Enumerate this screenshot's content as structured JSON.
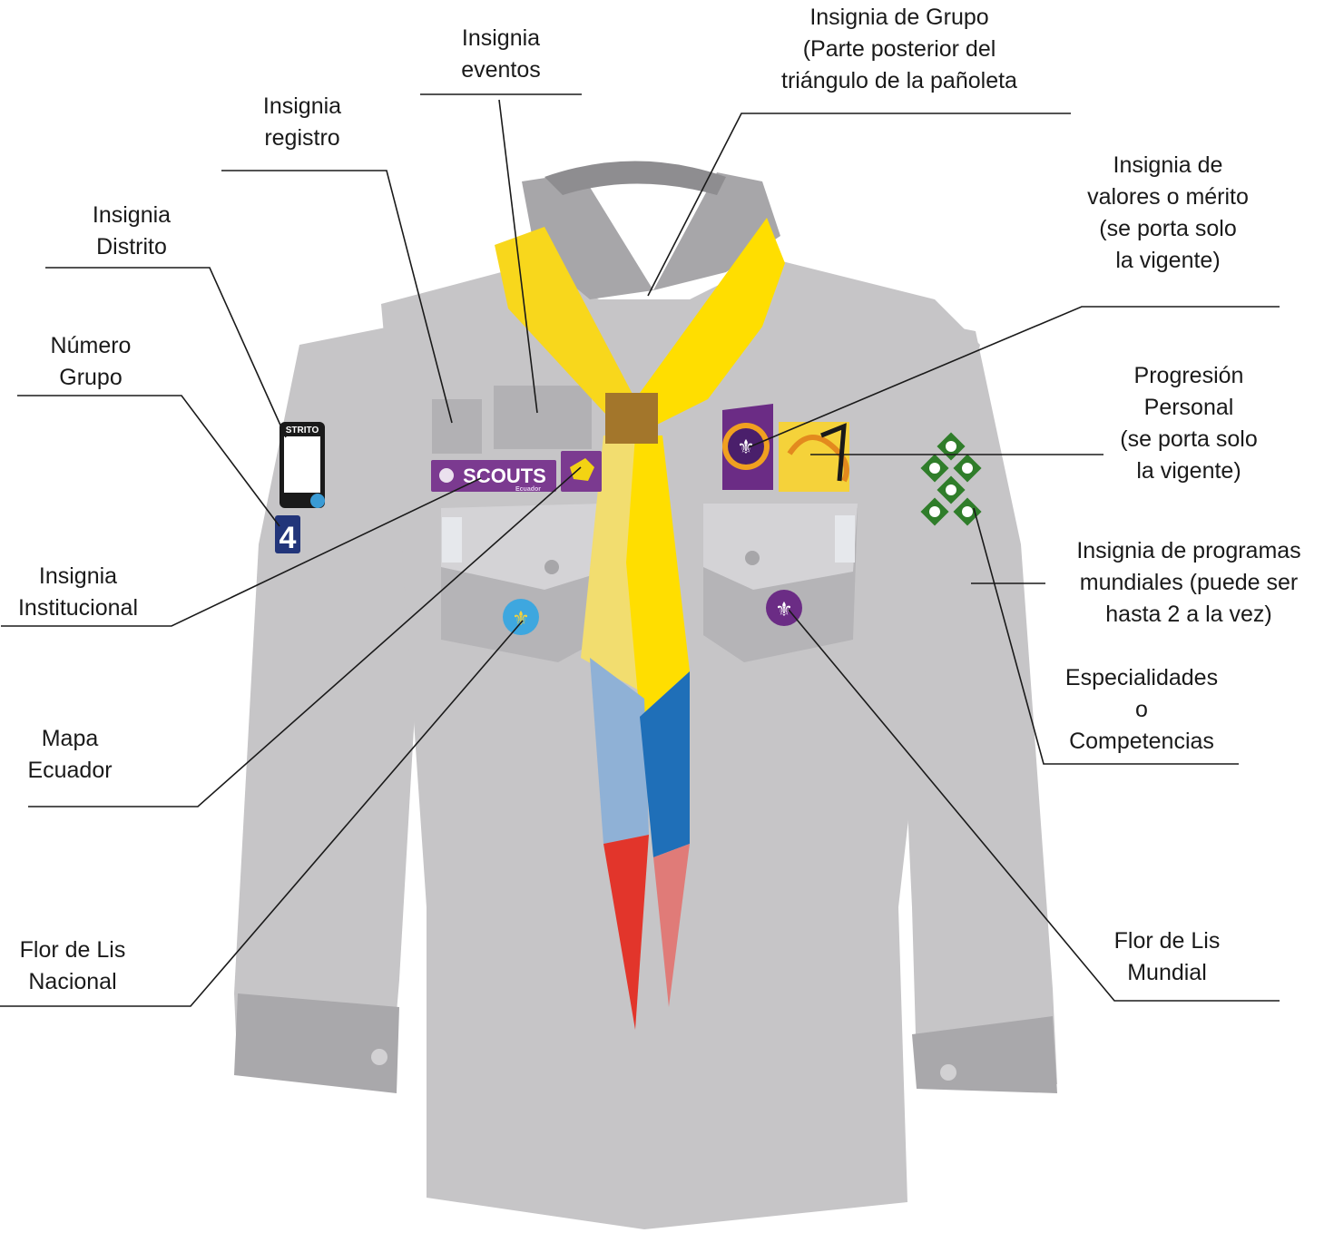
{
  "labels": {
    "eventos": [
      "Insignia",
      "eventos"
    ],
    "grupo": [
      "Insignia de Grupo",
      "(Parte posterior del",
      "triángulo de la pañoleta"
    ],
    "registro": [
      "Insignia",
      "registro"
    ],
    "distrito": [
      "Insignia",
      "Distrito"
    ],
    "numero": [
      "Número",
      "Grupo"
    ],
    "valores": [
      "Insignia de",
      "valores o mérito",
      "(se porta solo",
      "la vigente)"
    ],
    "progresion": [
      "Progresión",
      "Personal",
      "(se porta solo",
      "la vigente)"
    ],
    "programas": [
      "Insignia de programas",
      "mundiales (puede ser",
      "hasta 2 a la vez)"
    ],
    "institucional": [
      "Insignia",
      "Institucional"
    ],
    "especialidades": [
      "Especialidades",
      "o",
      "Competencias"
    ],
    "mapa": [
      "Mapa",
      "Ecuador"
    ],
    "flor_nacional": [
      "Flor de Lis",
      "Nacional"
    ],
    "flor_mundial": [
      "Flor de Lis",
      "Mundial"
    ]
  },
  "badges": {
    "distrito_text": "STRITO",
    "numero_text": "4",
    "scouts_text": "SCOUTS",
    "scouts_sub": "Ecuador"
  },
  "colors": {
    "shirt": "#c6c5c7",
    "scarf_yellow": "#ffde00",
    "scarf_blue": "#1f6fb8",
    "scarf_red": "#e2352b",
    "purple": "#6b2c85",
    "green": "#2f7d2a"
  }
}
